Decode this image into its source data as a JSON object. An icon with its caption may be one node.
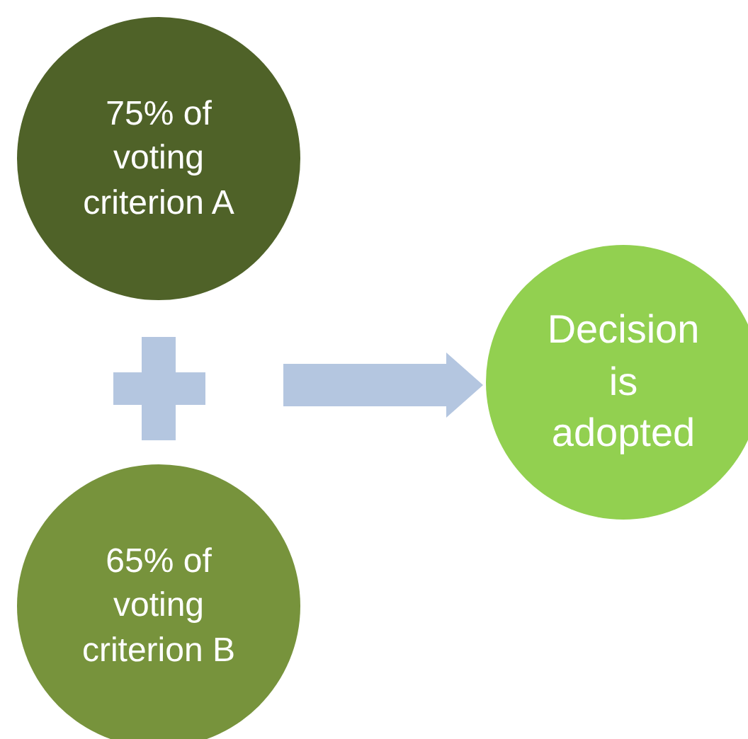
{
  "diagram": {
    "nodes": [
      {
        "text": [
          "75% of voting criterion A"
        ]
      },
      {
        "text": [
          "65% of voting criterion B"
        ]
      },
      {
        "text": [
          "Decision is adopted"
        ]
      }
    ],
    "edges": [
      {
        "from": null,
        "to": 2,
        "arrow": "to",
        "style": "thick",
        "color": "#b4c6e0"
      }
    ]
  }
}
